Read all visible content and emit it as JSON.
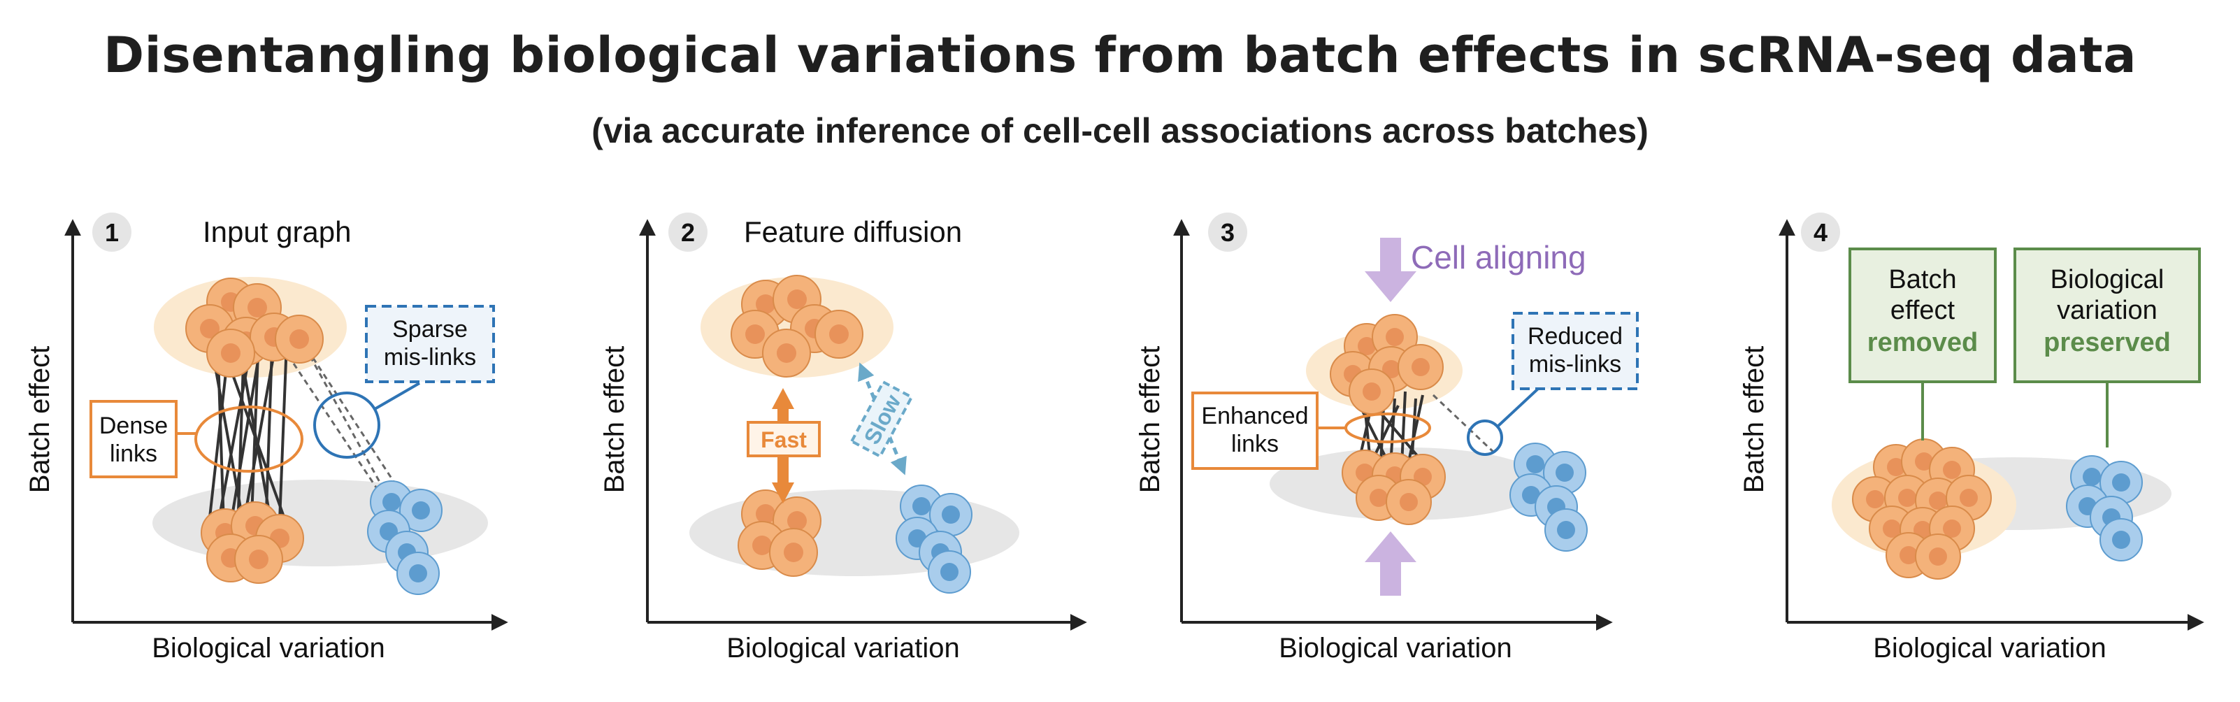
{
  "title": "Disentangling biological variations from batch effects in scRNA-seq data",
  "subtitle": "(via accurate inference of cell-cell associations across batches)",
  "axis_x_label": "Biological variation",
  "axis_y_label": "Batch effect",
  "colors": {
    "orange": "#e8893a",
    "orange_cell": "#f4b27a",
    "orange_nucleus": "#e8925a",
    "blue": "#2e74b5",
    "blue_cell": "#a9cdec",
    "blue_nucleus": "#5d9ccf",
    "purple": "#8e6bb8",
    "green": "#5b8c4a",
    "green_fill": "#e8f0e0",
    "beige": "#fbe9cf",
    "gray": "#e6e6e6"
  },
  "panels": [
    {
      "number": "1",
      "title": "Input graph",
      "dense_label": [
        "Dense",
        "links"
      ],
      "sparse_label": [
        "Sparse",
        "mis-links"
      ]
    },
    {
      "number": "2",
      "title": "Feature diffusion",
      "fast_label": "Fast",
      "slow_label": "Slow"
    },
    {
      "number": "3",
      "title": "Cell aligning",
      "enhanced_label": [
        "Enhanced",
        "links"
      ],
      "reduced_label": [
        "Reduced",
        "mis-links"
      ]
    },
    {
      "number": "4",
      "batch_label": [
        "Batch",
        "effect",
        "removed"
      ],
      "bio_label": [
        "Biological",
        "variation",
        "preserved"
      ]
    }
  ]
}
